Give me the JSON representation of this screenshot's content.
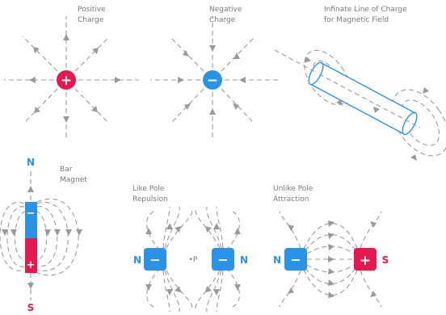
{
  "labels": {
    "positive": [
      "Positive",
      "Charge"
    ],
    "negative": [
      "Negative",
      "Charge"
    ],
    "line": [
      "Infinate Line of Charge",
      "for Magnetic Field"
    ],
    "bar": [
      "Bar",
      "Magnet"
    ],
    "like": [
      "Like Pole",
      "Repulsion"
    ],
    "unlike": [
      "Unlike Pole",
      "Attraction"
    ]
  },
  "signs": {
    "plus": "+",
    "minus": "−"
  },
  "poles": {
    "north": "N",
    "south": "S"
  },
  "point": "•P",
  "colors": {
    "positive": "#e8174e",
    "negative": "#2a93e8",
    "field_line": "#9a9a9a",
    "label": "#7a7a7a"
  }
}
